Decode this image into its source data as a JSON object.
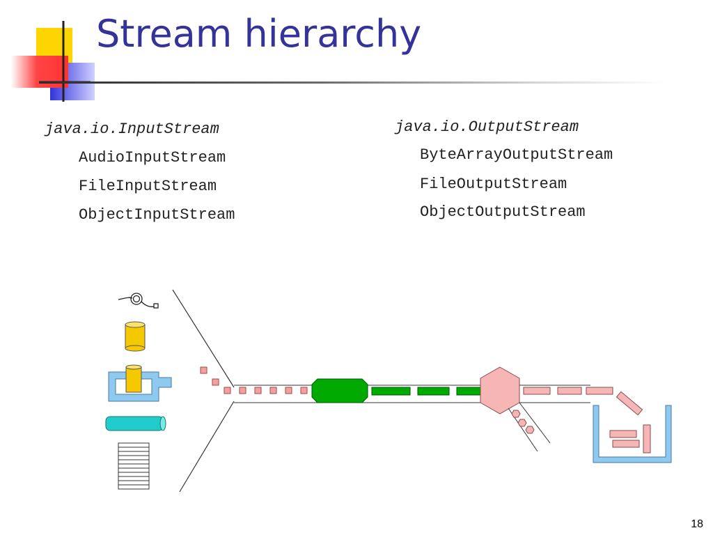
{
  "slide": {
    "title": "Stream hierarchy",
    "page_number": "18"
  },
  "input_column": {
    "base_class": "java.io.InputStream",
    "subclasses": [
      "AudioInputStream",
      "FileInputStream",
      "ObjectInputStream"
    ]
  },
  "output_column": {
    "base_class": "java.io.OutputStream",
    "subclasses": [
      "ByteArrayOutputStream",
      "FileOutputStream",
      "ObjectOutputStream"
    ]
  },
  "colors": {
    "title": "#333399",
    "logo_yellow": "#ffd500",
    "logo_red": "#ff3333",
    "logo_blue": "#3333dd",
    "cylinder_yellow": "#f5c800",
    "socket_blue": "#8ec9f0",
    "pipe_teal": "#22cccc",
    "processor_green": "#00aa00",
    "data_pink": "#f4b0b0",
    "data_red": "#e98787"
  }
}
